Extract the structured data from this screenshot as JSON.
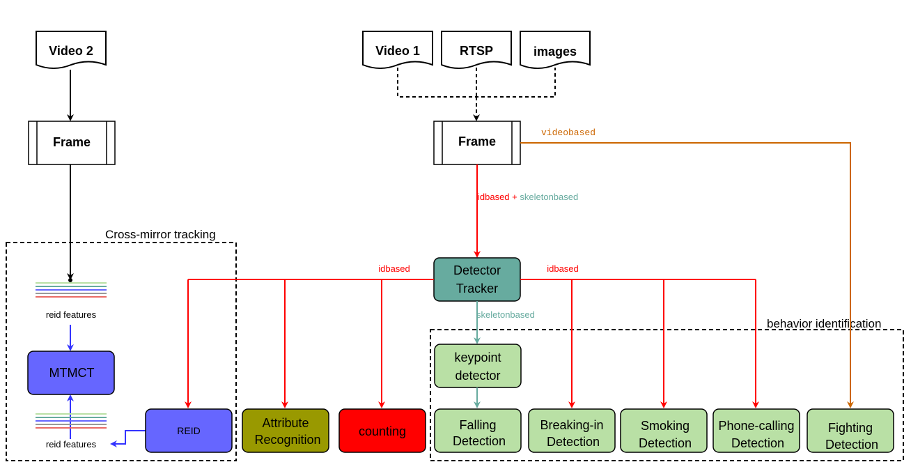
{
  "sources": {
    "video2": "Video 2",
    "video1": "Video 1",
    "rtsp": "RTSP",
    "images": "images"
  },
  "frames": {
    "left": "Frame",
    "right": "Frame"
  },
  "edge_labels": {
    "videobased": "videobased",
    "idbased_plus": "idbased",
    "plus": " + ",
    "skeletonbased_top": "skeletonbased",
    "idbased_left": "idbased",
    "idbased_right": "idbased",
    "skeletonbased_mid": "skeletonbased"
  },
  "groups": {
    "cross_mirror": "Cross-mirror tracking",
    "behavior": "behavior identification"
  },
  "detector": {
    "line1": "Detector",
    "line2": "Tracker"
  },
  "keypoint": {
    "line1": "keypoint",
    "line2": "detector"
  },
  "mtmct": {
    "label": "MTMCT",
    "features_top": "reid features",
    "features_bottom": "reid features"
  },
  "tasks": {
    "reid": "REID",
    "attribute": [
      "Attribute",
      "Recognition"
    ],
    "counting": "counting",
    "falling": [
      "Falling",
      "Detection"
    ],
    "breaking": [
      "Breaking-in",
      "Detection"
    ],
    "smoking": [
      "Smoking",
      "Detection"
    ],
    "phone": [
      "Phone-calling",
      "Detection"
    ],
    "fighting": [
      "Fighting",
      "Detection"
    ]
  },
  "colors": {
    "idbased": "#ff0000",
    "skeletonbased": "#67ab9f",
    "videobased": "#cc6600",
    "mtmct_arrow": "#3333ff",
    "detector_fill": "#67ab9f",
    "behavior_fill": "#b9e0a5",
    "mtmct_fill": "#6666ff",
    "attribute_fill": "#999900",
    "counting_fill": "#ff0000"
  }
}
